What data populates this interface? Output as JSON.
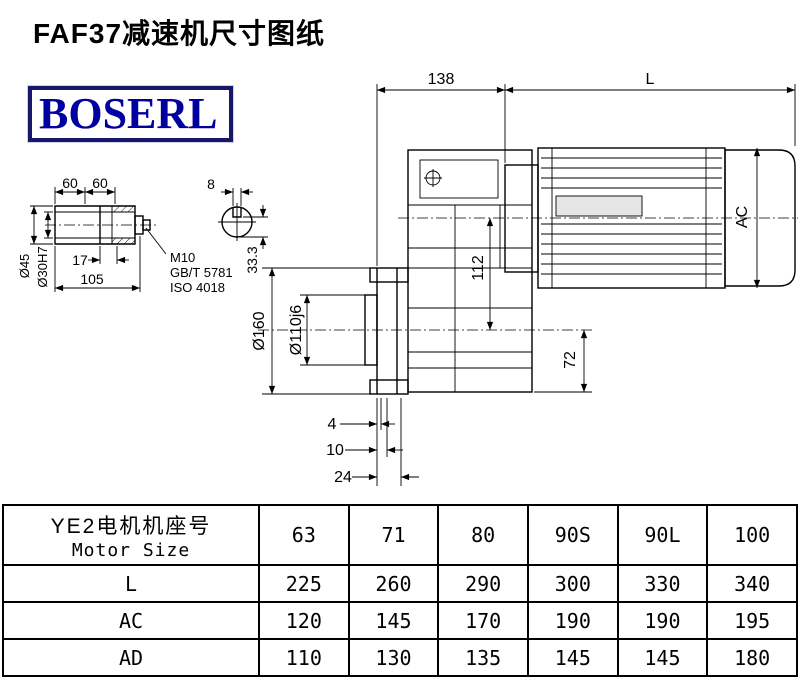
{
  "header": {
    "title": "FAF37减速机尺寸图纸"
  },
  "logo": {
    "text": "BOSERL"
  },
  "drawing": {
    "dim_138": "138",
    "dim_L": "L",
    "dim_AC": "AC",
    "dim_112": "112",
    "dim_72": "72",
    "dim_160": "Ø160",
    "dim_110": "Ø110j6",
    "dim_4": "4",
    "dim_10": "10",
    "dim_24": "24",
    "dim_60_a": "60",
    "dim_60_b": "60",
    "dim_8": "8",
    "dim_17": "17",
    "dim_105": "105",
    "dim_45": "Ø45",
    "dim_30": "Ø30H7",
    "dim_33_3": "33.3",
    "note_m10": "M10",
    "note_gb": "GB/T 5781",
    "note_iso": "ISO 4018"
  },
  "table": {
    "motor_header": {
      "line1": "YE2电机机座号",
      "line2": "Motor Size"
    },
    "sizes": [
      "63",
      "71",
      "80",
      "90S",
      "90L",
      "100"
    ],
    "rows": [
      {
        "label": "L",
        "values": [
          "225",
          "260",
          "290",
          "300",
          "330",
          "340"
        ]
      },
      {
        "label": "AC",
        "values": [
          "120",
          "145",
          "170",
          "190",
          "190",
          "195"
        ]
      },
      {
        "label": "AD",
        "values": [
          "110",
          "130",
          "135",
          "145",
          "145",
          "180"
        ]
      }
    ]
  }
}
